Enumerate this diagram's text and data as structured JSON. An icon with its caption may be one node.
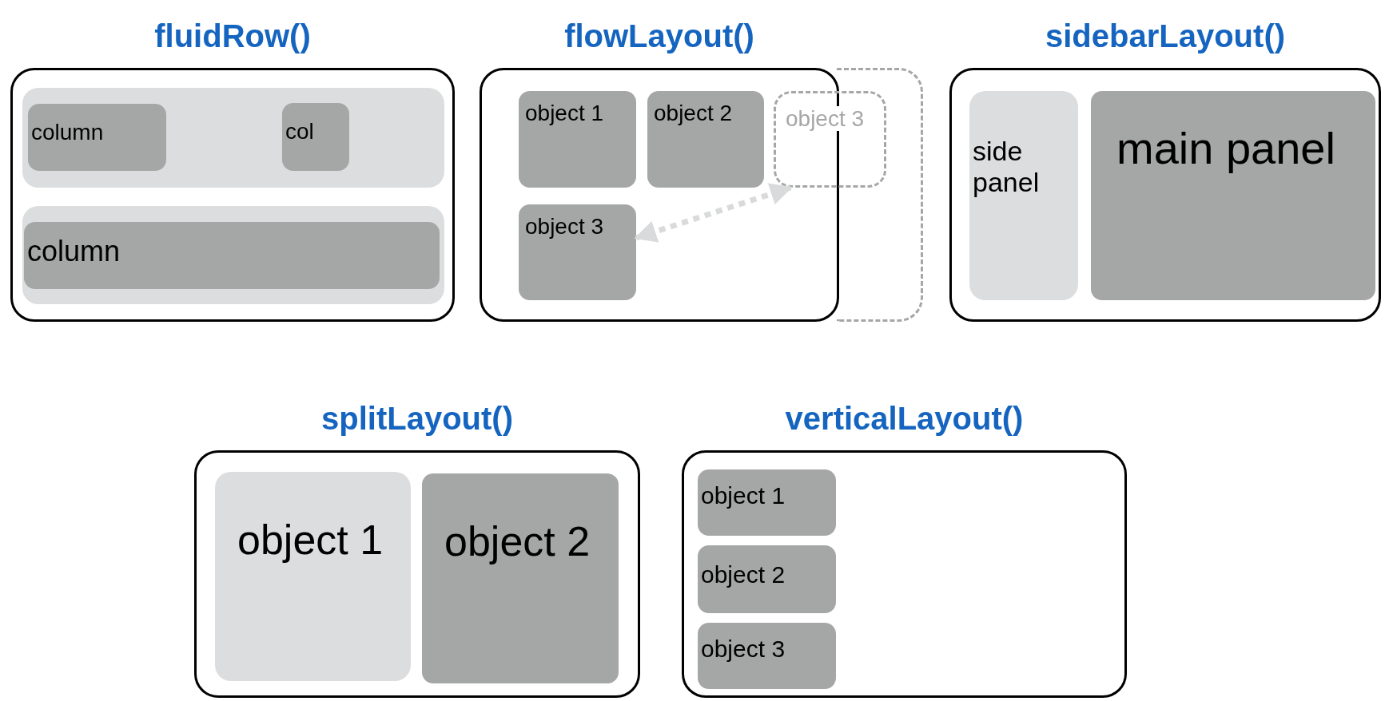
{
  "diagram": {
    "nodes": [
      {
        "text": [
          "fluidRow()"
        ]
      },
      {
        "text": [],
        "shape": "box",
        "in": 0
      },
      {
        "text": [
          "column"
        ],
        "in": 1
      },
      {
        "text": [
          "col"
        ],
        "in": 1
      },
      {
        "text": [],
        "shape": "box",
        "in": 0
      },
      {
        "text": [
          "column"
        ],
        "in": 4
      },
      {
        "text": [
          "flowLayout()"
        ]
      },
      {
        "text": [
          "object 1"
        ],
        "in": 6
      },
      {
        "text": [
          "object 2"
        ],
        "in": 6
      },
      {
        "text": [
          "object 3"
        ],
        "in": 6
      },
      {
        "text": [],
        "shape": "box"
      },
      {
        "text": [
          "object 3"
        ]
      },
      {
        "text": [
          "sidebarLayout()"
        ]
      },
      {
        "text": [
          "side panel"
        ],
        "in": 12
      },
      {
        "text": [
          "main panel"
        ],
        "in": 12
      },
      {
        "text": [
          "splitLayout()"
        ]
      },
      {
        "text": [
          "object 1"
        ],
        "in": 15
      },
      {
        "text": [
          "object 2"
        ],
        "in": 15
      },
      {
        "text": [
          "verticalLayout()"
        ]
      },
      {
        "text": [
          "object 1"
        ],
        "in": 18
      },
      {
        "text": [
          "object 2"
        ],
        "in": 18
      },
      {
        "text": [
          "object 3"
        ],
        "in": 18
      }
    ],
    "edges": [
      {
        "from": 11,
        "to": 9,
        "arrow": "both",
        "style": "dashed",
        "color": "#d9dadb"
      }
    ]
  }
}
